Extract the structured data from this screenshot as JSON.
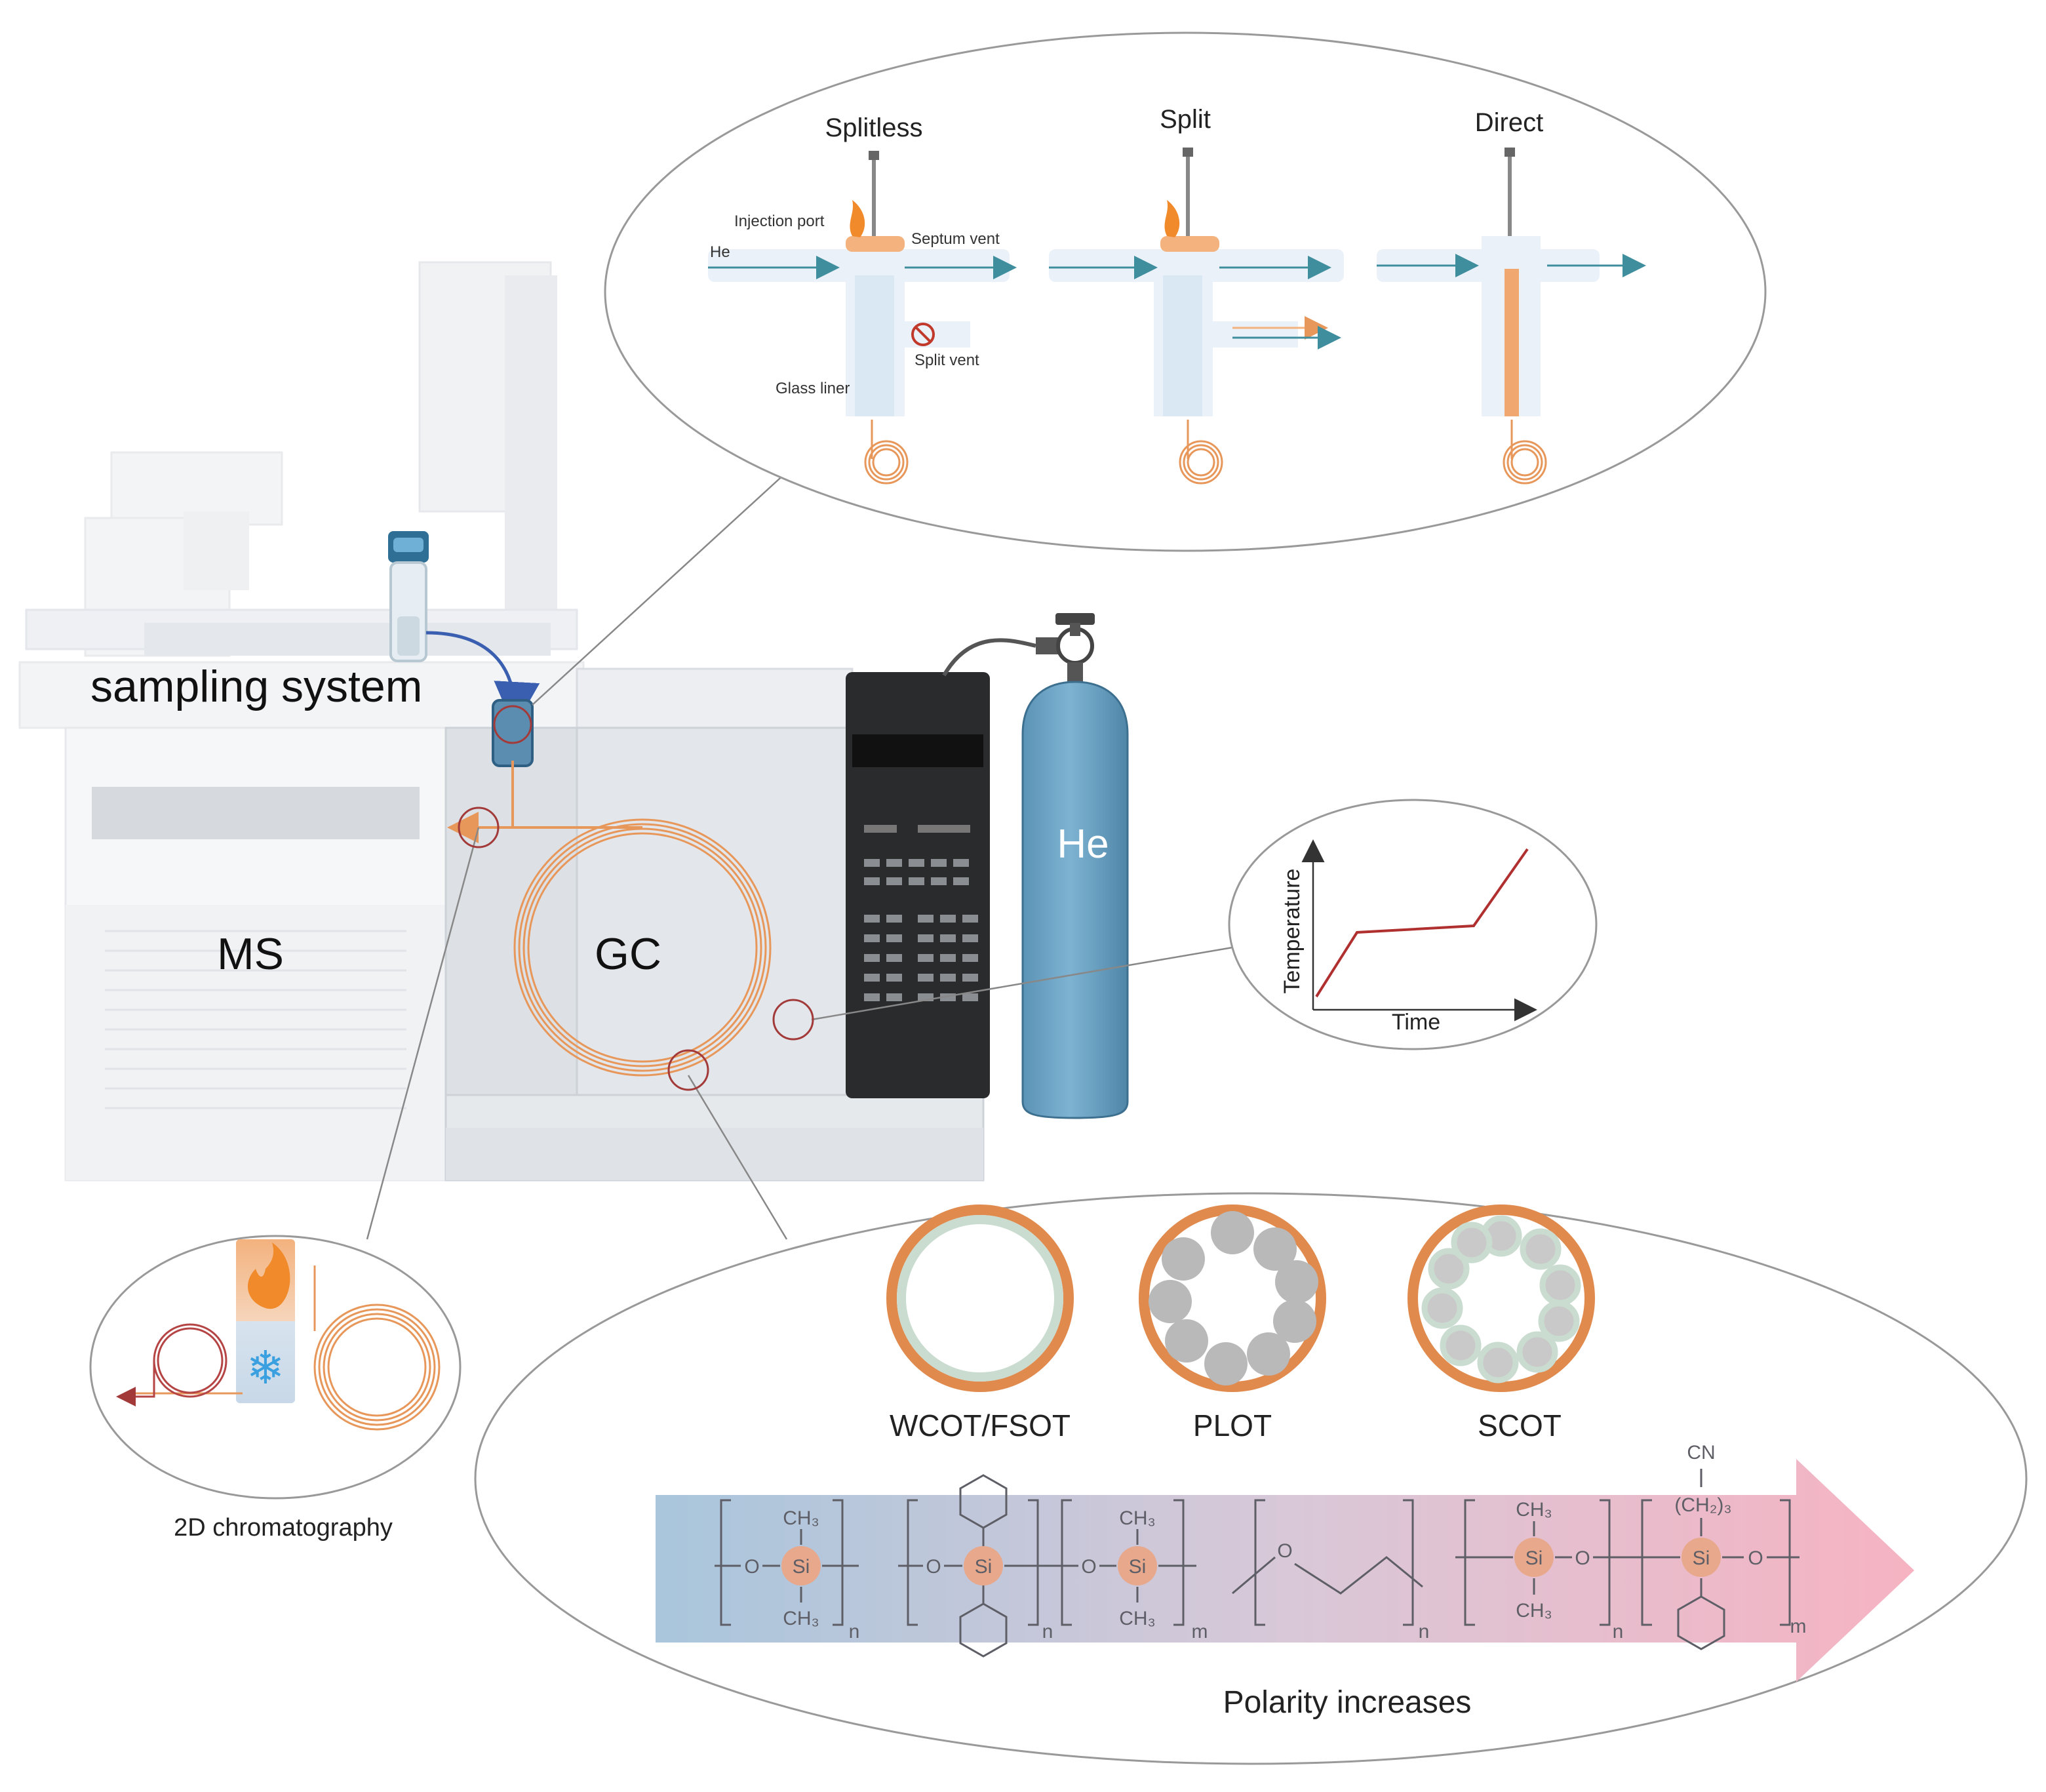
{
  "labels": {
    "sampling_system": "sampling system",
    "ms": "MS",
    "gc": "GC",
    "he_cylinder": "He",
    "two_d": "2D chromatography",
    "polarity": "Polarity increases"
  },
  "injection": {
    "modes": [
      "Splitless",
      "Split",
      "Direct"
    ],
    "injection_port": "Injection port",
    "septum_vent": "Septum vent",
    "he": "He",
    "split_vent": "Split vent",
    "glass_liner": "Glass liner"
  },
  "oven_program": {
    "xlabel": "Time",
    "ylabel": "Temperature"
  },
  "columns": [
    "WCOT/FSOT",
    "PLOT",
    "SCOT"
  ],
  "chem": {
    "si": "Si",
    "o": "O",
    "ch3": "CH3",
    "n": "n",
    "m": "m",
    "cn": "CN",
    "ch2_3": "(CH2)3"
  },
  "colors": {
    "orange": "#e8975a",
    "teal": "#3f8e9e",
    "cylinder": "#6ea6c8",
    "dark_red": "#a33a3a",
    "instrument_gray": "#e3e6ea"
  }
}
